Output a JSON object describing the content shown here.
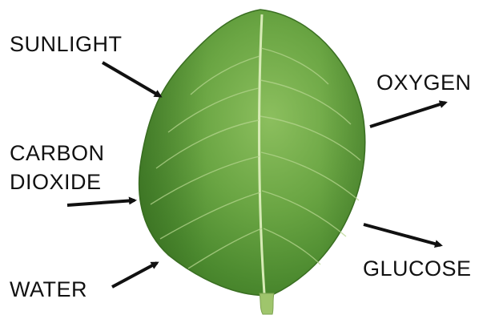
{
  "labels": {
    "sunlight": "SUNLIGHT",
    "carbon_line1": "CARBON",
    "carbon_line2": "DIOXIDE",
    "water": "WATER",
    "oxygen": "OXYGEN",
    "glucose": "GLUCOSE"
  },
  "colors": {
    "text": "#111111",
    "arrow": "#111111",
    "leaf_dark": "#3f7a25",
    "leaf_mid": "#5f9c3c",
    "leaf_light": "#8cbf5e",
    "vein": "#d7ebb6",
    "stem": "#9fc56c"
  },
  "icons": {
    "leaf": "leaf-icon",
    "arrow": "arrow-icon"
  }
}
